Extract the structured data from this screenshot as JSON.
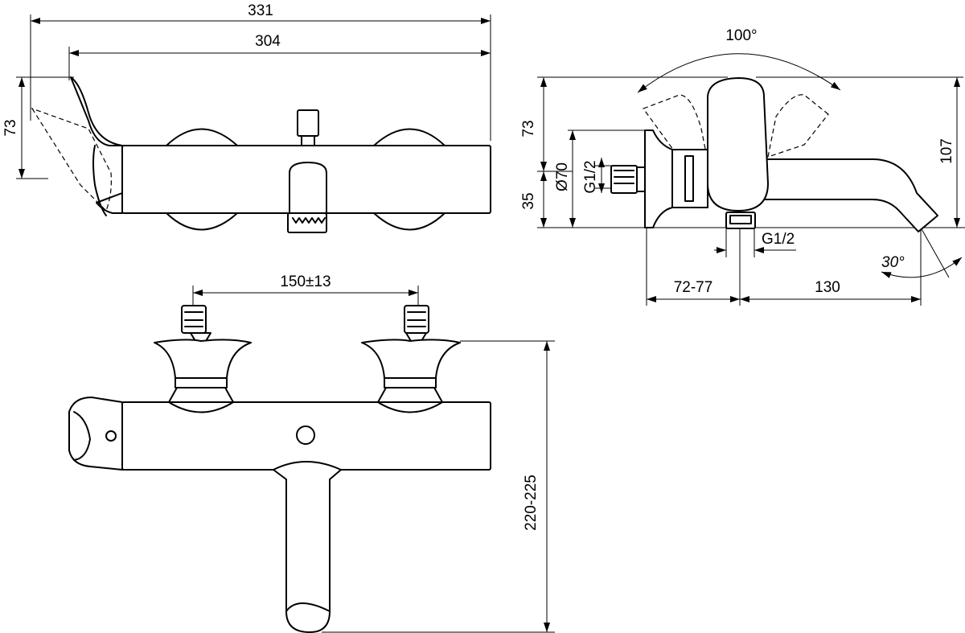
{
  "drawing": {
    "top_view": {
      "overall_width": "331",
      "body_width": "304",
      "handle_height": "73"
    },
    "side_view": {
      "lever_angle": "100°",
      "upper_height": "73",
      "rosette_diameter": "Ø70",
      "inlet_thread": "G1/2",
      "lower_height": "35",
      "total_height": "107",
      "outlet_thread": "G1/2",
      "wall_distance": "72-77",
      "spout_reach": "130",
      "spout_angle": "30°"
    },
    "front_view": {
      "center_distance": "150±13",
      "projection": "220-225"
    }
  }
}
